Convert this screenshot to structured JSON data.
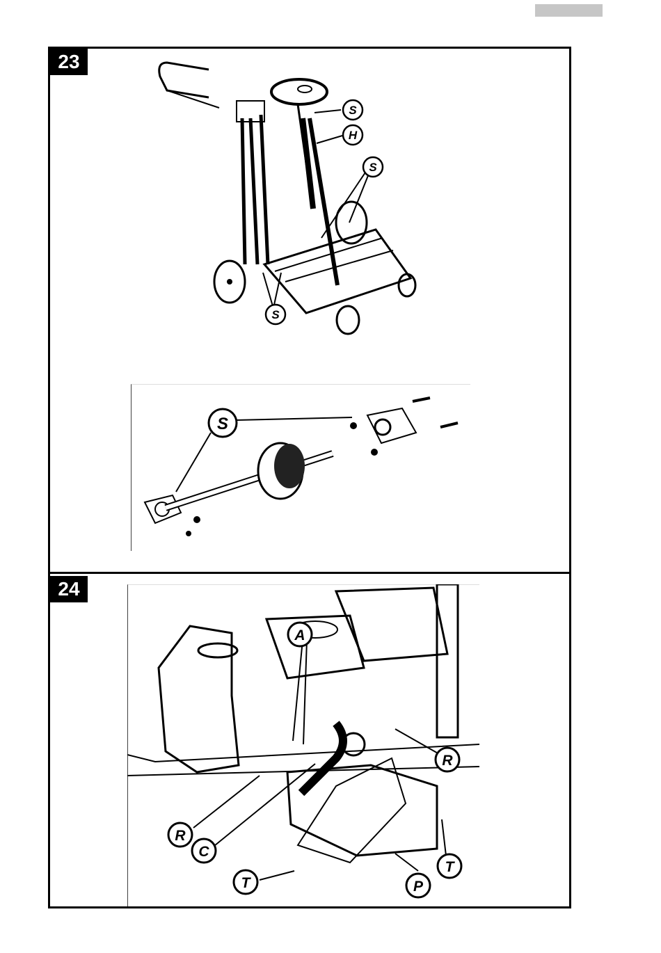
{
  "figures": [
    {
      "number": "23",
      "callouts": [
        "S",
        "H",
        "S",
        "S"
      ],
      "detail_callouts": [
        "S"
      ]
    },
    {
      "number": "24",
      "callouts": [
        "A",
        "R",
        "R",
        "C",
        "T",
        "P",
        "T"
      ]
    }
  ]
}
